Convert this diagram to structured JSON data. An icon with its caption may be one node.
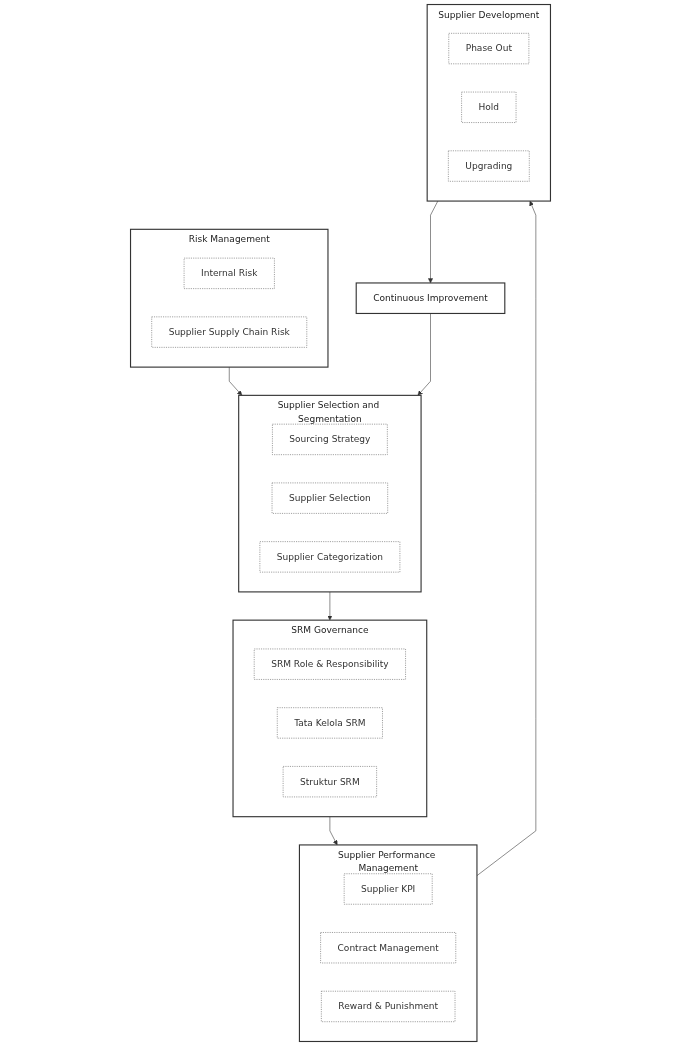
{
  "diagram": {
    "nodes": [
      {
        "text": [
          "Risk Management"
        ]
      },
      {
        "text": [
          "Internal Risk"
        ],
        "in": 0
      },
      {
        "text": [
          "Supplier Supply Chain Risk"
        ],
        "in": 0
      },
      {
        "text": [
          "Supplier Selection and Segmentation"
        ]
      },
      {
        "text": [
          "Sourcing Strategy"
        ],
        "in": 3
      },
      {
        "text": [
          "Supplier Selection"
        ],
        "in": 3
      },
      {
        "text": [
          "Supplier Categorization"
        ],
        "in": 3
      },
      {
        "text": [
          "SRM Governance"
        ]
      },
      {
        "text": [
          "SRM Role & Responsibility"
        ],
        "in": 7
      },
      {
        "text": [
          "Tata Kelola SRM"
        ],
        "in": 7
      },
      {
        "text": [
          "Struktur SRM"
        ],
        "in": 7
      },
      {
        "text": [
          "Supplier Performance Management"
        ]
      },
      {
        "text": [
          "Supplier KPI"
        ],
        "in": 11
      },
      {
        "text": [
          "Contract Management"
        ],
        "in": 11
      },
      {
        "text": [
          "Reward & Punishment"
        ],
        "in": 11
      },
      {
        "text": [
          "Supplier Development"
        ]
      },
      {
        "text": [
          "Phase Out"
        ],
        "in": 15
      },
      {
        "text": [
          "Hold"
        ],
        "in": 15
      },
      {
        "text": [
          "Upgrading"
        ],
        "in": 15
      },
      {
        "text": [
          "Continuous Improvement"
        ]
      }
    ],
    "edges": [
      {
        "from": 0,
        "to": 3,
        "arrow": "to"
      },
      {
        "from": 3,
        "to": 7,
        "arrow": "to"
      },
      {
        "from": 7,
        "to": 11,
        "arrow": "to"
      },
      {
        "from": 11,
        "to": 15,
        "arrow": "to"
      },
      {
        "from": 15,
        "to": 19,
        "arrow": "to"
      },
      {
        "from": 19,
        "to": 3,
        "arrow": "to"
      }
    ]
  }
}
